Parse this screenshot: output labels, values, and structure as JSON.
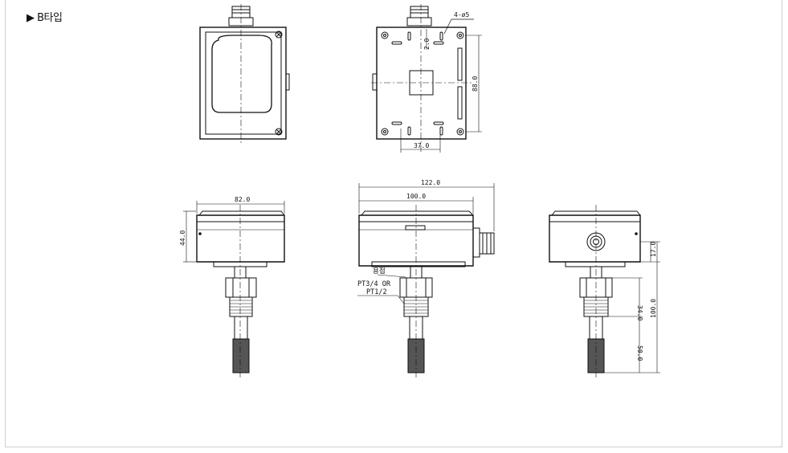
{
  "header": {
    "title": "▶ B타입"
  },
  "dimensions": {
    "front_side_hole": "4-ø5",
    "front_side_small": "2.0",
    "front_side_height": "88.0",
    "front_side_width": "37.0",
    "side_width": "82.0",
    "side_height": "44.0",
    "front_overall": "122.0",
    "front_body": "100.0",
    "right_top": "17.0",
    "right_thread": "34.0",
    "right_probe": "50.0",
    "right_total": "100.0"
  },
  "labels": {
    "seal": "용접",
    "thread_line1": "PT3/4 OR",
    "thread_line2": "PT1/2"
  }
}
